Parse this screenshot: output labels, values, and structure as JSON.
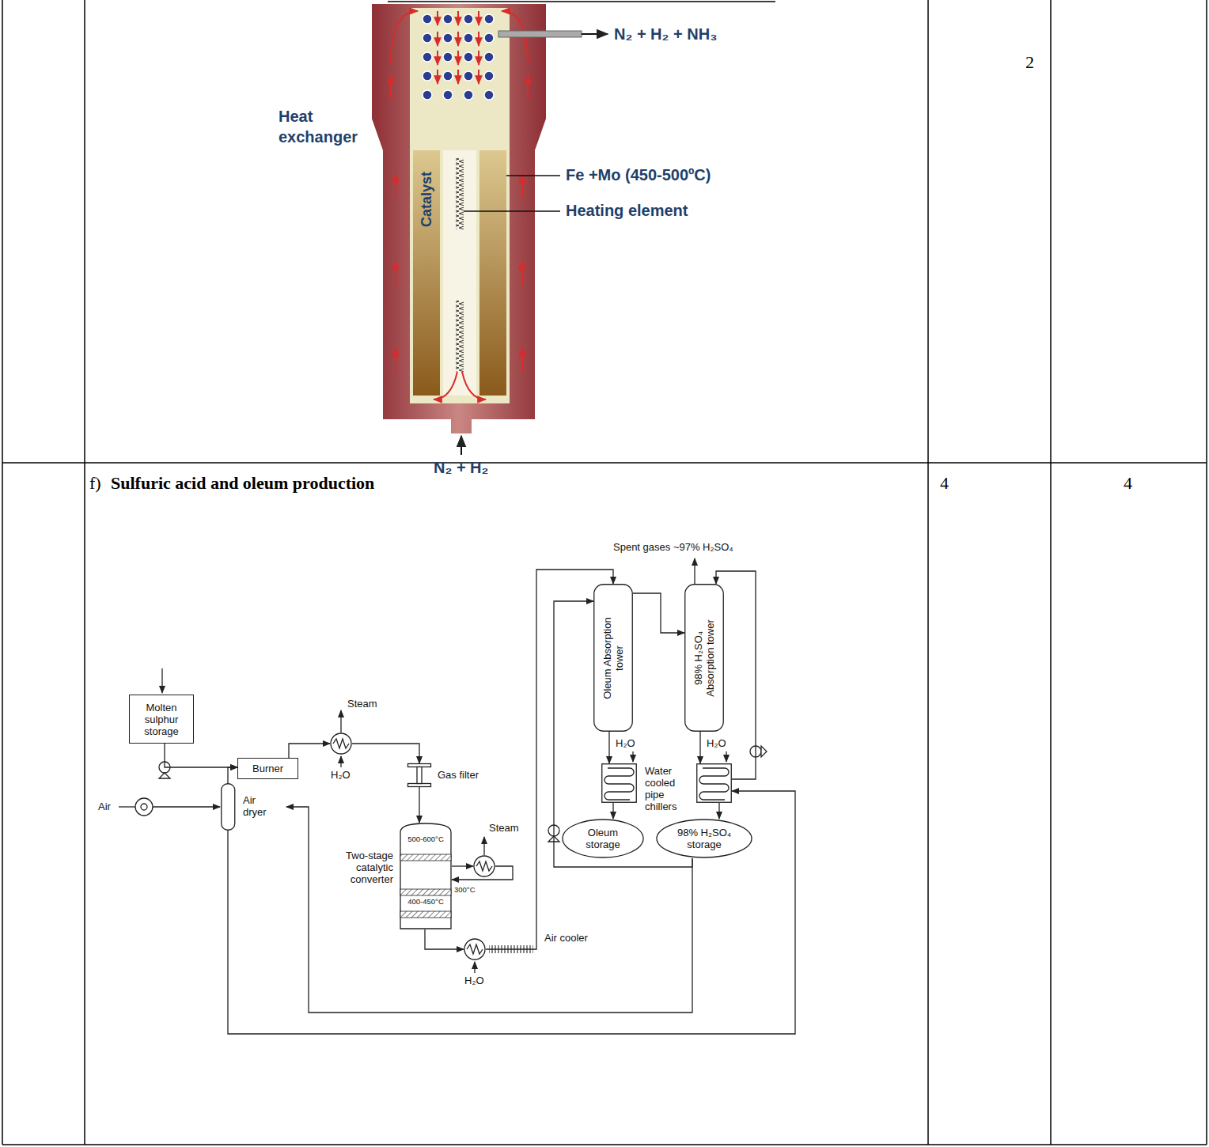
{
  "diagram": {
    "nodes": [
      {
        "text": [
          "Catalyst"
        ]
      },
      {
        "text": [
          "Molten sulphur storage"
        ]
      },
      {
        "text": [
          "Burner"
        ]
      },
      {
        "text": [
          "Air dryer"
        ]
      },
      {
        "text": [
          "Steam",
          "H₂O"
        ]
      },
      {
        "text": [
          "Gas filter"
        ]
      },
      {
        "text": [
          "Two-stage catalytic converter",
          "500-600°C",
          "400-450°C"
        ]
      },
      {
        "text": [
          "Steam"
        ]
      },
      {
        "text": [
          "Air cooler",
          "H₂O"
        ]
      },
      {
        "text": [
          "Oleum Absorption tower"
        ]
      },
      {
        "text": [
          "98% H₂SO₄ Absorption tower"
        ]
      },
      {
        "text": [
          "H₂O",
          "Water cooled pipe chillers"
        ]
      },
      {
        "text": [
          "H₂O"
        ]
      },
      {
        "text": [
          "Oleum storage"
        ]
      },
      {
        "text": [
          "98% H₂SO₄ storage"
        ]
      }
    ],
    "edges": [
      {
        "from": 1,
        "to": 2,
        "arrow": "to"
      },
      {
        "from": 3,
        "to": 2,
        "arrow": "to"
      },
      {
        "from": 2,
        "to": 4,
        "arrow": "to"
      },
      {
        "from": 4,
        "to": 5,
        "arrow": "to"
      },
      {
        "from": 5,
        "to": 6,
        "arrow": "to"
      },
      {
        "from": 6,
        "to": 7,
        "arrow": "to"
      },
      {
        "from": 7,
        "to": 6,
        "arrow": "to"
      },
      {
        "from": 6,
        "to": 8,
        "arrow": "to"
      },
      {
        "from": 8,
        "to": 9,
        "arrow": "to"
      },
      {
        "from": 9,
        "to": 10,
        "arrow": "to"
      },
      {
        "from": 9,
        "to": 11,
        "arrow": "to"
      },
      {
        "from": 10,
        "to": 12,
        "arrow": "to"
      },
      {
        "from": 11,
        "to": 13,
        "arrow": "to"
      },
      {
        "from": 12,
        "to": 14,
        "arrow": "to"
      },
      {
        "from": 14,
        "to": 9,
        "arrow": "to"
      },
      {
        "from": 14,
        "to": 3,
        "arrow": "to"
      },
      {
        "from": 3,
        "to": 12,
        "arrow": "to"
      },
      {
        "from": 12,
        "to": 10,
        "arrow": "to"
      }
    ],
    "labels": [
      "2",
      "f)",
      "Sulfuric acid and oleum production",
      "4",
      "4",
      "Heat exchanger",
      "N₂ + H₂ + NH₃",
      "Fe +Mo (450-500ºC)",
      "Heating element",
      "N₂ + H₂",
      "Air",
      "Spent gases ~97% H₂SO₄",
      "300°C"
    ]
  }
}
